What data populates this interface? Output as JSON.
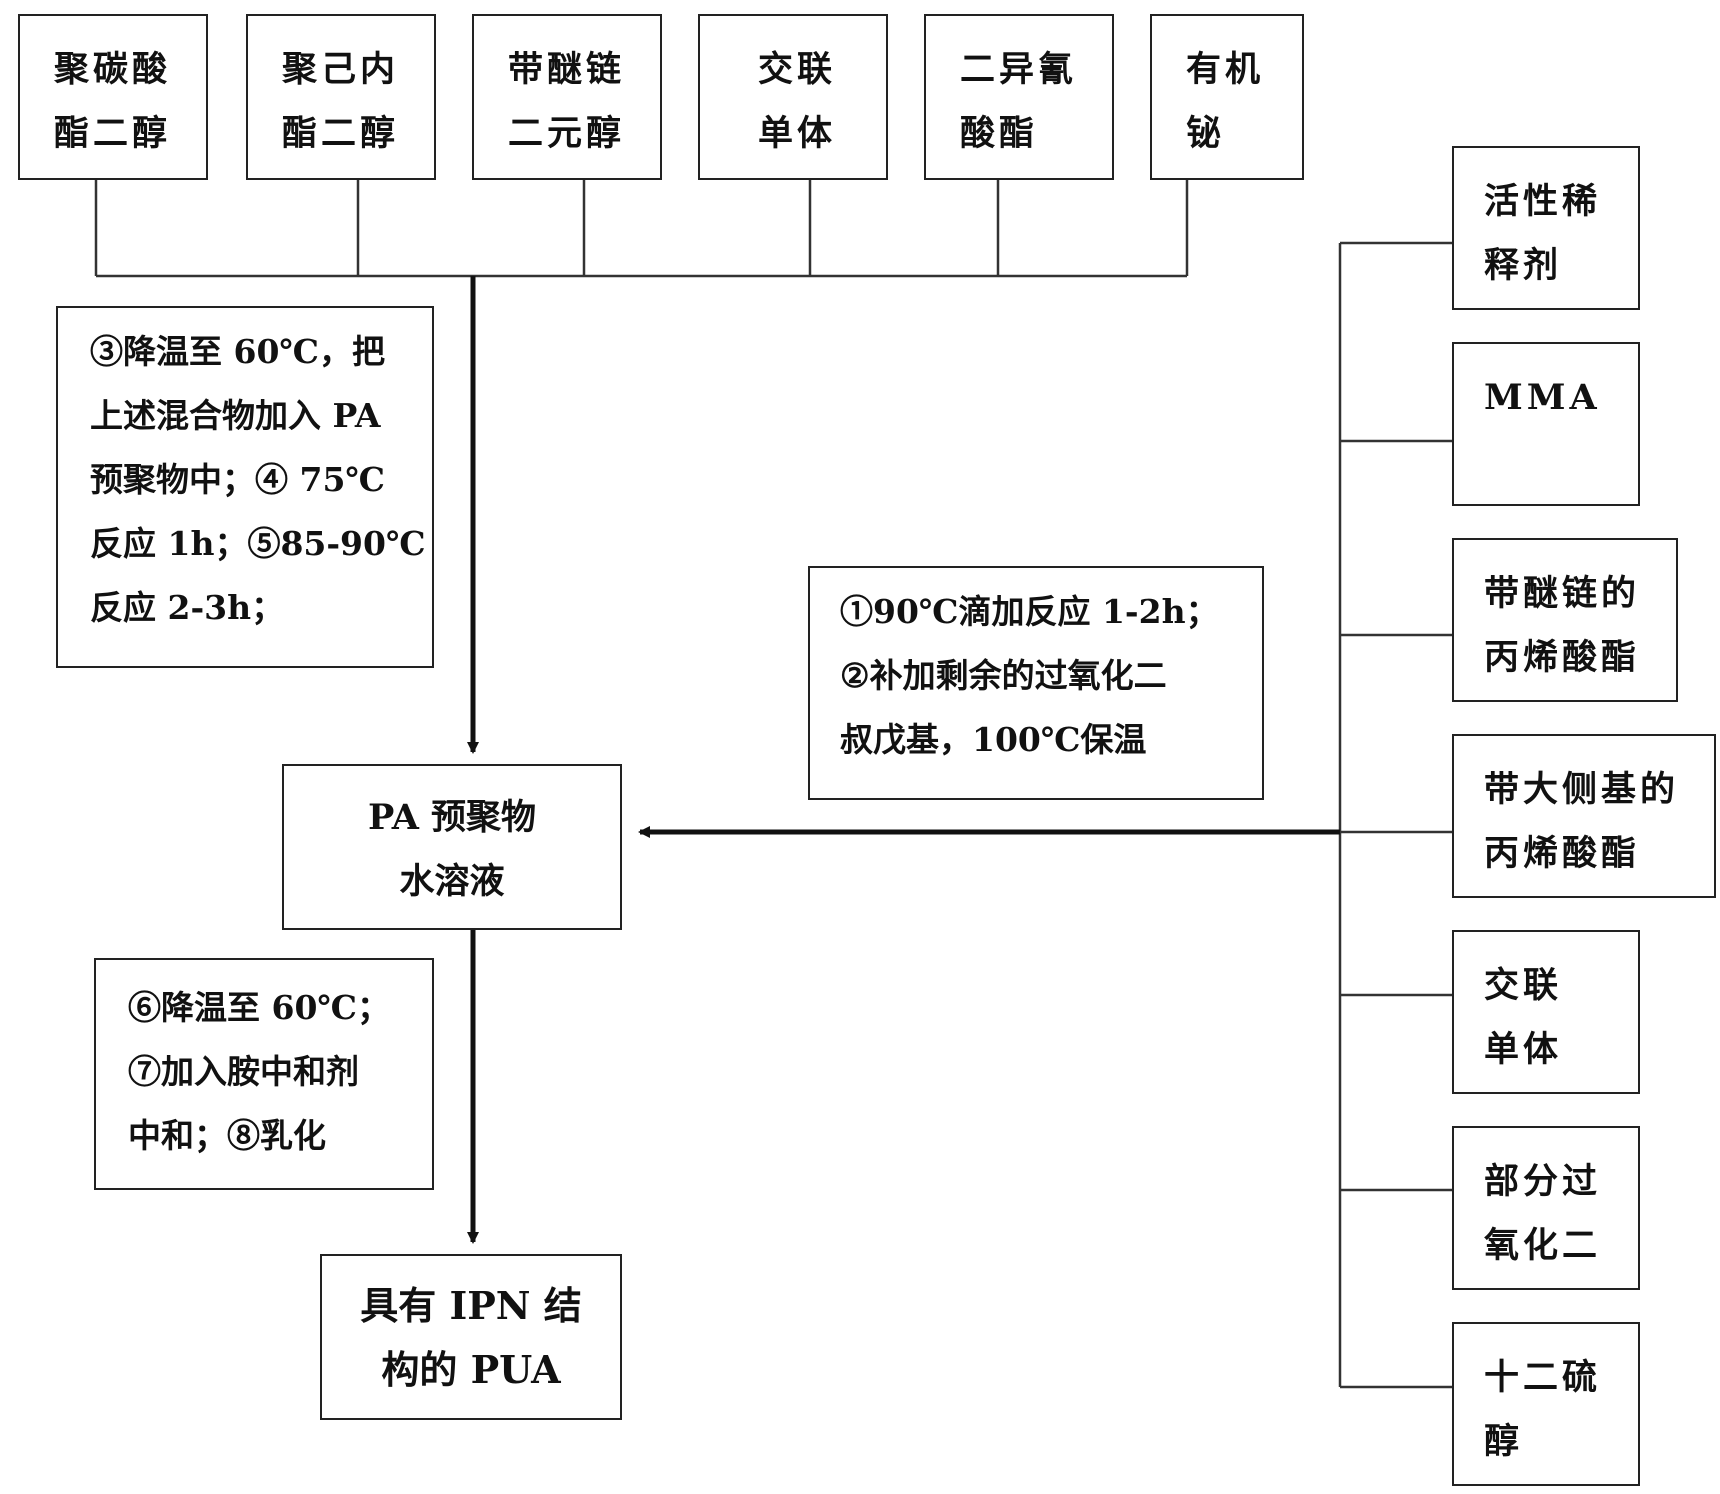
{
  "inputs_top": [
    {
      "label": "聚碳酸\n酯二醇"
    },
    {
      "label": "聚己内\n酯二醇"
    },
    {
      "label": "带醚链\n二元醇"
    },
    {
      "label": "交联\n单体"
    },
    {
      "label": "二异氰\n酸酯"
    },
    {
      "label": "有机\n铋"
    }
  ],
  "inputs_right": [
    {
      "label": "活性稀\n释剂"
    },
    {
      "label": "MMA"
    },
    {
      "label": "带醚链的\n丙烯酸酯"
    },
    {
      "label": "带大侧基的\n丙烯酸酯"
    },
    {
      "label": "交联\n单体"
    },
    {
      "label": "部分过\n氧化二"
    },
    {
      "label": "十二硫\n醇"
    }
  ],
  "notes": {
    "step_3_5": "③降温至 60℃，把\n上述混合物加入 PA\n预聚物中；④ 75℃\n反应 1h；⑤85-90℃\n反应 2-3h；",
    "step_1_2": "①90℃滴加反应 1-2h；\n②补加剩余的过氧化二\n叔戊基，100℃保温",
    "step_6_8": "⑥降温至 60℃；\n⑦加入胺中和剂\n中和；⑧乳化"
  },
  "nodes": {
    "prepolymer": "PA 预聚物\n水溶液",
    "product": "具有 IPN 结\n构的 PUA"
  }
}
